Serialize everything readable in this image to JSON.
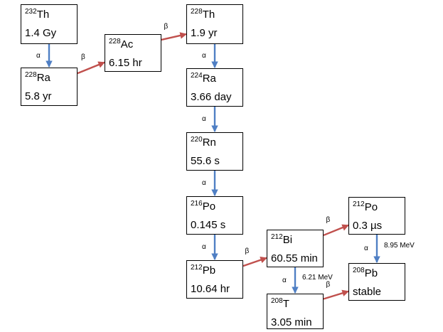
{
  "nodes": [
    {
      "id": "th232",
      "mass": "232",
      "element": "Th",
      "half_life": "1.4 Gy"
    },
    {
      "id": "ra228",
      "mass": "228",
      "element": "Ra",
      "half_life": "5.8 yr"
    },
    {
      "id": "ac228",
      "mass": "228",
      "element": "Ac",
      "half_life": "6.15 hr"
    },
    {
      "id": "th228",
      "mass": "228",
      "element": "Th",
      "half_life": "1.9 yr"
    },
    {
      "id": "ra224",
      "mass": "224",
      "element": "Ra",
      "half_life": "3.66 day"
    },
    {
      "id": "rn220",
      "mass": "220",
      "element": "Rn",
      "half_life": "55.6 s"
    },
    {
      "id": "po216",
      "mass": "216",
      "element": "Po",
      "half_life": "0.145 s"
    },
    {
      "id": "pb212",
      "mass": "212",
      "element": "Pb",
      "half_life": "10.64 hr"
    },
    {
      "id": "bi212",
      "mass": "212",
      "element": "Bi",
      "half_life": "60.55 min"
    },
    {
      "id": "po212",
      "mass": "212",
      "element": "Po",
      "half_life": "0.3 µs"
    },
    {
      "id": "tl208",
      "mass": "208",
      "element": "T",
      "half_life": "3.05 min"
    },
    {
      "id": "pb208",
      "mass": "208",
      "element": "Pb",
      "half_life": "stable"
    }
  ],
  "decays": [
    {
      "from": "th232",
      "to": "ra228",
      "mode": "α",
      "energy": ""
    },
    {
      "from": "ra228",
      "to": "ac228",
      "mode": "β",
      "energy": ""
    },
    {
      "from": "ac228",
      "to": "th228",
      "mode": "β",
      "energy": ""
    },
    {
      "from": "th228",
      "to": "ra224",
      "mode": "α",
      "energy": ""
    },
    {
      "from": "ra224",
      "to": "rn220",
      "mode": "α",
      "energy": ""
    },
    {
      "from": "rn220",
      "to": "po216",
      "mode": "α",
      "energy": ""
    },
    {
      "from": "po216",
      "to": "pb212",
      "mode": "α",
      "energy": ""
    },
    {
      "from": "pb212",
      "to": "bi212",
      "mode": "β",
      "energy": ""
    },
    {
      "from": "bi212",
      "to": "po212",
      "mode": "β",
      "energy": ""
    },
    {
      "from": "bi212",
      "to": "tl208",
      "mode": "α",
      "energy": "6.21 MeV"
    },
    {
      "from": "po212",
      "to": "pb208",
      "mode": "α",
      "energy": "8.95 MeV"
    },
    {
      "from": "tl208",
      "to": "pb208",
      "mode": "β",
      "energy": ""
    }
  ],
  "colors": {
    "alpha_arrow": "#4f7fc4",
    "beta_arrow": "#c0504d",
    "box_border": "#000000",
    "text": "#000000"
  }
}
